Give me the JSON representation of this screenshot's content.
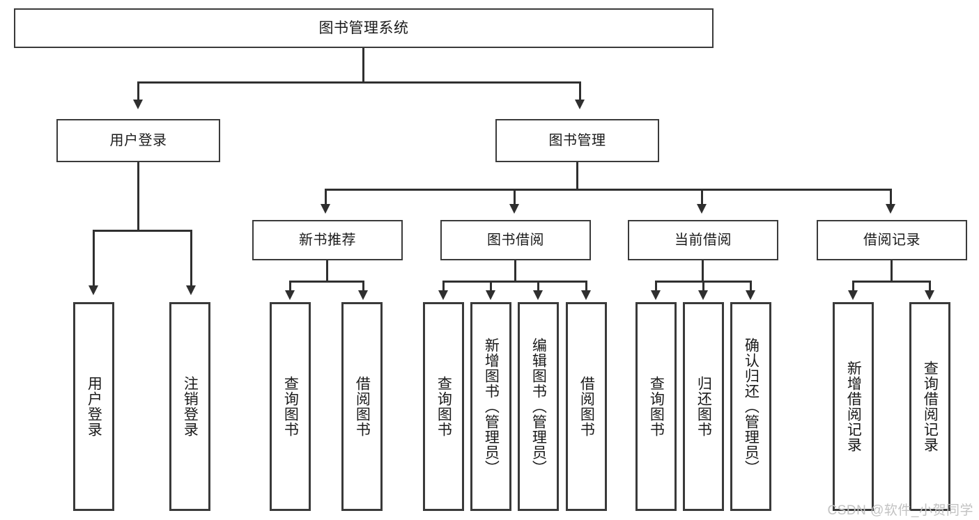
{
  "diagram": {
    "type": "tree-hierarchy",
    "title": "图书管理系统",
    "root": {
      "label": "图书管理系统"
    },
    "level2": [
      {
        "label": "用户登录"
      },
      {
        "label": "图书管理"
      }
    ],
    "level3": [
      {
        "label": "新书推荐"
      },
      {
        "label": "图书借阅"
      },
      {
        "label": "当前借阅"
      },
      {
        "label": "借阅记录"
      }
    ],
    "leaves": {
      "user_login": [
        {
          "label": "用户登录"
        },
        {
          "label": "注销登录"
        }
      ],
      "new_book_recommend": [
        {
          "label": "查询图书"
        },
        {
          "label": "借阅图书"
        }
      ],
      "book_borrow": [
        {
          "label": "查询图书"
        },
        {
          "label": "新增图书（管理员）"
        },
        {
          "label": "编辑图书（管理员）"
        },
        {
          "label": "借阅图书"
        }
      ],
      "current_borrow": [
        {
          "label": "查询图书"
        },
        {
          "label": "归还图书"
        },
        {
          "label": "确认归还（管理员）"
        }
      ],
      "borrow_record": [
        {
          "label": "新增借阅记录"
        },
        {
          "label": "查询借阅记录"
        }
      ]
    }
  },
  "watermark": {
    "text": "CSDN @软件_小贺同学"
  },
  "colors": {
    "stroke": "#3a3a3a",
    "connector": "#2f2f2f",
    "background": "#ffffff",
    "text": "#1a1a1a",
    "watermark": "#c2c2c2"
  }
}
